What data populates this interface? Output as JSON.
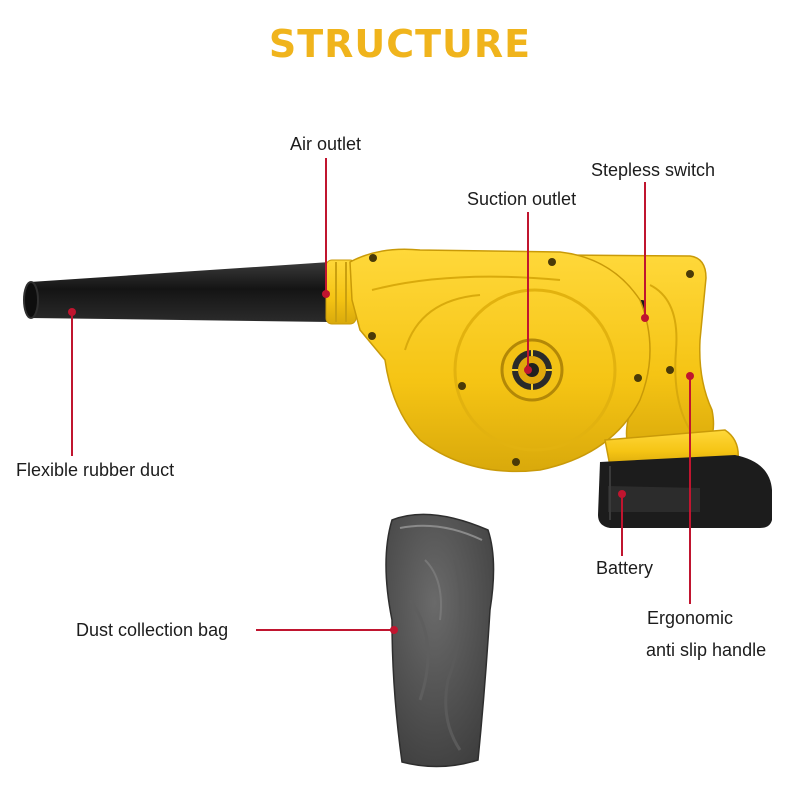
{
  "title": "STRUCTURE",
  "labels": {
    "air_outlet": "Air outlet",
    "stepless_switch": "Stepless switch",
    "suction_outlet": "Suction outlet",
    "flexible_rubber_duct": "Flexible rubber duct",
    "battery": "Battery",
    "ergonomic_line1": "Ergonomic",
    "ergonomic_line2": "anti slip handle",
    "dust_collection_bag": "Dust collection bag"
  },
  "colors": {
    "title": "#f0b41c",
    "body_yellow": "#f6c917",
    "tube_black": "#1a1a1a",
    "leader_red": "#c0152f",
    "bag_grey": "#4d4d4d"
  }
}
